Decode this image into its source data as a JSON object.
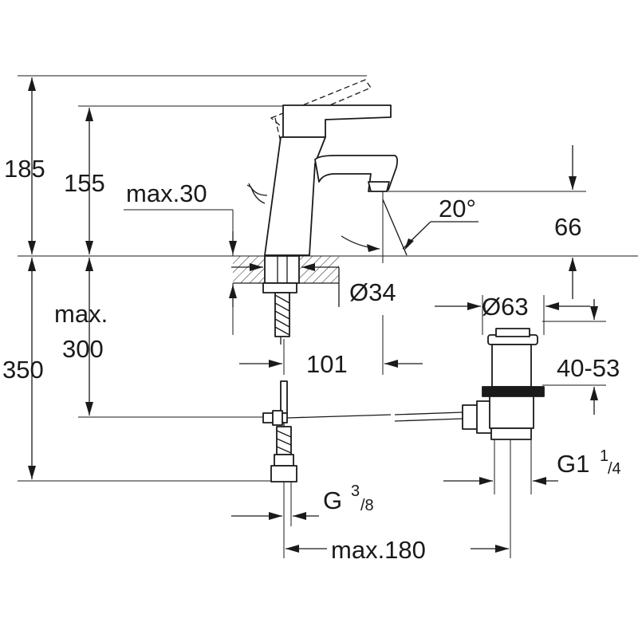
{
  "dimensions": {
    "height_total": "185",
    "height_spout": "155",
    "max_30": "max.30",
    "angle": "20°",
    "spout_height": "66",
    "max_label": "max.",
    "max_value": "300",
    "hole_diameter": "Ø34",
    "projection": "101",
    "waste_diameter": "Ø63",
    "waste_range": "40-53",
    "below_deck": "350",
    "waste_thread_main": "G1",
    "waste_thread_num": "1",
    "waste_thread_den": "/4",
    "supply_thread_main": "G",
    "supply_thread_num": "3",
    "supply_thread_den": "/8",
    "max_180": "max.180"
  }
}
